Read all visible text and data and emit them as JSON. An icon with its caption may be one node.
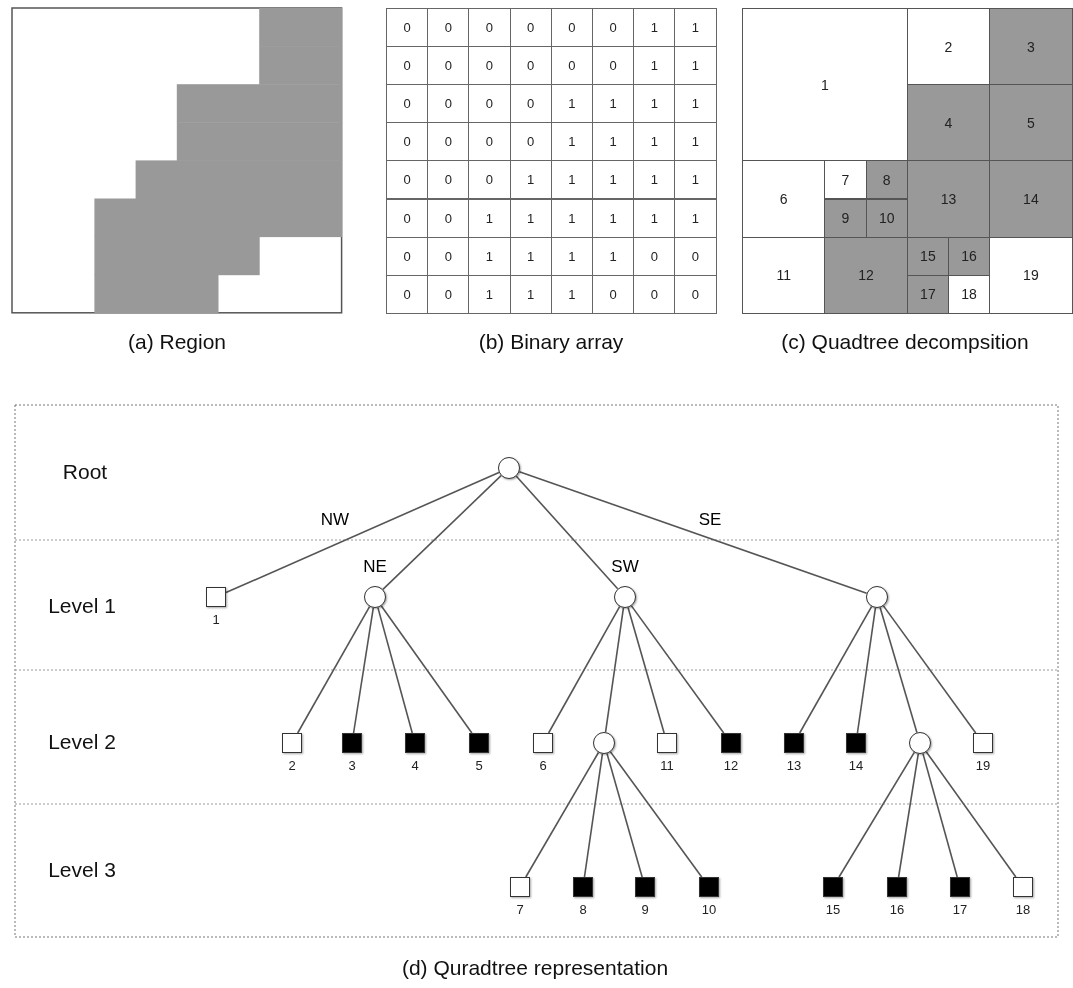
{
  "diagram": {
    "nodes": [
      {
        "text": [
          "1"
        ]
      },
      {
        "text": [
          "2"
        ]
      },
      {
        "text": [
          "3"
        ]
      },
      {
        "text": [
          "4"
        ]
      },
      {
        "text": [
          "5"
        ]
      },
      {
        "text": [
          "6"
        ]
      },
      {
        "text": [
          "7"
        ]
      },
      {
        "text": [
          "8"
        ]
      },
      {
        "text": [
          "9"
        ]
      },
      {
        "text": [
          "10"
        ]
      },
      {
        "text": [
          "11"
        ]
      },
      {
        "text": [
          "12"
        ]
      },
      {
        "text": [
          "13"
        ]
      },
      {
        "text": [
          "14"
        ]
      },
      {
        "text": [
          "15"
        ]
      },
      {
        "text": [
          "16"
        ]
      },
      {
        "text": [
          "17"
        ]
      },
      {
        "text": [
          "18"
        ]
      },
      {
        "text": [
          "19"
        ]
      },
      {
        "text": [],
        "shape": "circle"
      },
      {
        "text": [],
        "shape": "box",
        "beside": [
          "1"
        ]
      },
      {
        "text": [],
        "shape": "circle"
      },
      {
        "text": [],
        "shape": "circle"
      },
      {
        "text": [],
        "shape": "circle"
      },
      {
        "text": [],
        "shape": "box",
        "beside": [
          "2"
        ]
      },
      {
        "text": [],
        "shape": "box",
        "beside": [
          "3"
        ]
      },
      {
        "text": [],
        "shape": "box",
        "beside": [
          "4"
        ]
      },
      {
        "text": [],
        "shape": "box",
        "beside": [
          "5"
        ]
      },
      {
        "text": [],
        "shape": "box",
        "beside": [
          "6"
        ]
      },
      {
        "text": [],
        "shape": "circle"
      },
      {
        "text": [],
        "shape": "box",
        "beside": [
          "11"
        ]
      },
      {
        "text": [],
        "shape": "box",
        "beside": [
          "12"
        ]
      },
      {
        "text": [],
        "shape": "box",
        "beside": [
          "13"
        ]
      },
      {
        "text": [],
        "shape": "box",
        "beside": [
          "14"
        ]
      },
      {
        "text": [],
        "shape": "circle"
      },
      {
        "text": [],
        "shape": "box",
        "beside": [
          "19"
        ]
      },
      {
        "text": [],
        "shape": "box",
        "beside": [
          "7"
        ]
      },
      {
        "text": [],
        "shape": "box",
        "beside": [
          "8"
        ]
      },
      {
        "text": [],
        "shape": "box",
        "beside": [
          "9"
        ]
      },
      {
        "text": [],
        "shape": "box",
        "beside": [
          "10"
        ]
      },
      {
        "text": [],
        "shape": "box",
        "beside": [
          "15"
        ]
      },
      {
        "text": [],
        "shape": "box",
        "beside": [
          "16"
        ]
      },
      {
        "text": [],
        "shape": "box",
        "beside": [
          "17"
        ]
      },
      {
        "text": [],
        "shape": "box",
        "beside": [
          "18"
        ]
      }
    ],
    "edges": [
      {
        "from": 19,
        "to": 20,
        "arrow": "none",
        "label": "NW"
      },
      {
        "from": 19,
        "to": 21,
        "arrow": "none",
        "label": "NE"
      },
      {
        "from": 19,
        "to": 22,
        "arrow": "none",
        "label": "SW"
      },
      {
        "from": 19,
        "to": 23,
        "arrow": "none",
        "label": "SE"
      },
      {
        "from": 21,
        "to": 24,
        "arrow": "none"
      },
      {
        "from": 21,
        "to": 25,
        "arrow": "none"
      },
      {
        "from": 21,
        "to": 26,
        "arrow": "none"
      },
      {
        "from": 21,
        "to": 27,
        "arrow": "none"
      },
      {
        "from": 22,
        "to": 28,
        "arrow": "none"
      },
      {
        "from": 22,
        "to": 29,
        "arrow": "none"
      },
      {
        "from": 22,
        "to": 30,
        "arrow": "none"
      },
      {
        "from": 22,
        "to": 31,
        "arrow": "none"
      },
      {
        "from": 23,
        "to": 32,
        "arrow": "none"
      },
      {
        "from": 23,
        "to": 33,
        "arrow": "none"
      },
      {
        "from": 23,
        "to": 34,
        "arrow": "none"
      },
      {
        "from": 23,
        "to": 35,
        "arrow": "none"
      },
      {
        "from": 29,
        "to": 36,
        "arrow": "none"
      },
      {
        "from": 29,
        "to": 37,
        "arrow": "none"
      },
      {
        "from": 29,
        "to": 38,
        "arrow": "none"
      },
      {
        "from": 29,
        "to": 39,
        "arrow": "none"
      },
      {
        "from": 34,
        "to": 40,
        "arrow": "none"
      },
      {
        "from": 34,
        "to": 41,
        "arrow": "none"
      },
      {
        "from": 34,
        "to": 42,
        "arrow": "none"
      },
      {
        "from": 34,
        "to": 43,
        "arrow": "none"
      }
    ],
    "labels": [
      "0",
      "0",
      "0",
      "0",
      "0",
      "0",
      "1",
      "1",
      "0",
      "0",
      "0",
      "0",
      "0",
      "0",
      "1",
      "1",
      "0",
      "0",
      "0",
      "0",
      "1",
      "1",
      "1",
      "1",
      "0",
      "0",
      "0",
      "0",
      "1",
      "1",
      "1",
      "1",
      "0",
      "0",
      "0",
      "1",
      "1",
      "1",
      "1",
      "1",
      "0",
      "0",
      "1",
      "1",
      "1",
      "1",
      "1",
      "1",
      "0",
      "0",
      "1",
      "1",
      "1",
      "1",
      "0",
      "0",
      "0",
      "0",
      "1",
      "1",
      "1",
      "0",
      "0",
      "0",
      "(a) Region",
      "(b) Binary array",
      "(c) Quadtree decompsition",
      "Root",
      "Level 1",
      "Level 2",
      "Level 3",
      "(d) Quradtree representation"
    ]
  }
}
